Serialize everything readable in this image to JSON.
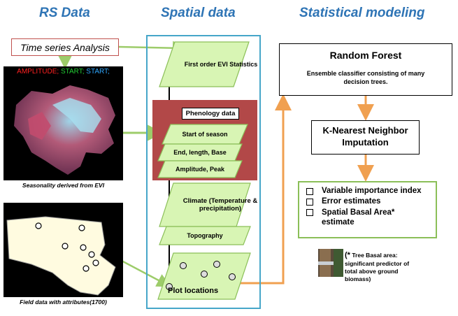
{
  "titles": {
    "rs_data": "RS Data",
    "spatial_data": "Spatial data",
    "statistical_modeling": "Statistical modeling"
  },
  "time_series": {
    "label": "Time series Analysis"
  },
  "seasonality_image": {
    "legend": [
      {
        "text": "AMPLITUDE;",
        "color": "#ff2020"
      },
      {
        "text": "START;",
        "color": "#22cc33"
      },
      {
        "text": "START;",
        "color": "#2fa8ff"
      }
    ],
    "caption": "Seasonality derived from EVI"
  },
  "field_image": {
    "caption": "Field data with attributes(1700)"
  },
  "spatial": {
    "first_order": "First order EVI Statistics",
    "phenology_title": "Phenology data",
    "start_of_season": "Start of season",
    "end_length_base": "End, length, Base",
    "amplitude_peak": "Amplitude, Peak",
    "climate": "Climate (Temperature & precipitation)",
    "topography": "Topography",
    "plot_locations": "Plot locations"
  },
  "modeling": {
    "random_forest_title": "Random Forest",
    "random_forest_desc": "Ensemble classifier consisting of many decision trees.",
    "knn_line1": "K-Nearest Neighbor",
    "knn_line2": "Imputation",
    "outputs": [
      "Variable importance index",
      "Error estimates",
      "Spatial Basal Area* estimate"
    ],
    "footnote_star": "(*",
    "footnote": "Tree Basal area: significant predictor of  total above ground biomass)"
  },
  "colors": {
    "title_blue": "#2e74b5",
    "green_fill": "#d8f5b4",
    "green_stroke": "#8bbf58",
    "phenology_bg": "#b24848",
    "orange_arrow": "#f0a050",
    "green_arrow": "#9dcc6a",
    "container_border": "#46a6c9"
  }
}
